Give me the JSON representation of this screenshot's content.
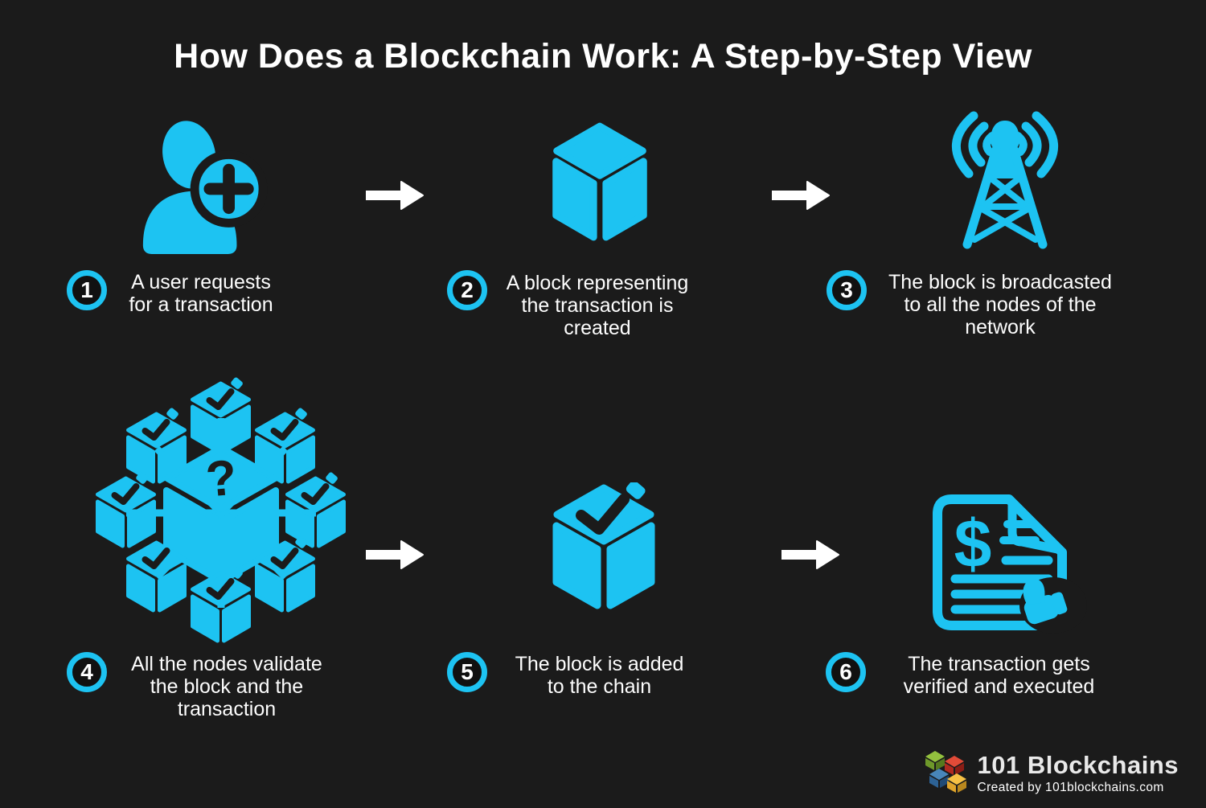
{
  "title": "How Does a Blockchain Work: A Step-by-Step View",
  "colors": {
    "accent": "#1dc3f2",
    "background": "#1b1b1b",
    "text": "#ffffff",
    "arrow": "#ffffff",
    "logo_green": "#93c13e",
    "logo_red": "#e14b38",
    "logo_blue": "#4886ba",
    "logo_yellow": "#f6c145"
  },
  "steps": [
    {
      "number": "1",
      "icon": "user-add-icon",
      "label": "A user requests\nfor a transaction"
    },
    {
      "number": "2",
      "icon": "block-cube-icon",
      "label": "A block representing\nthe transaction is\ncreated"
    },
    {
      "number": "3",
      "icon": "broadcast-tower-icon",
      "label": "The block is broadcasted\nto all the nodes of the\nnetwork"
    },
    {
      "number": "4",
      "icon": "nodes-network-icon",
      "label": "All the nodes validate\nthe block and the\ntransaction"
    },
    {
      "number": "5",
      "icon": "block-check-icon",
      "label": "The block is added\nto the chain"
    },
    {
      "number": "6",
      "icon": "transaction-document-icon",
      "label": "The transaction gets\nverified and executed"
    }
  ],
  "footer": {
    "brand": "101 Blockchains",
    "credit": "Created by 101blockchains.com"
  }
}
